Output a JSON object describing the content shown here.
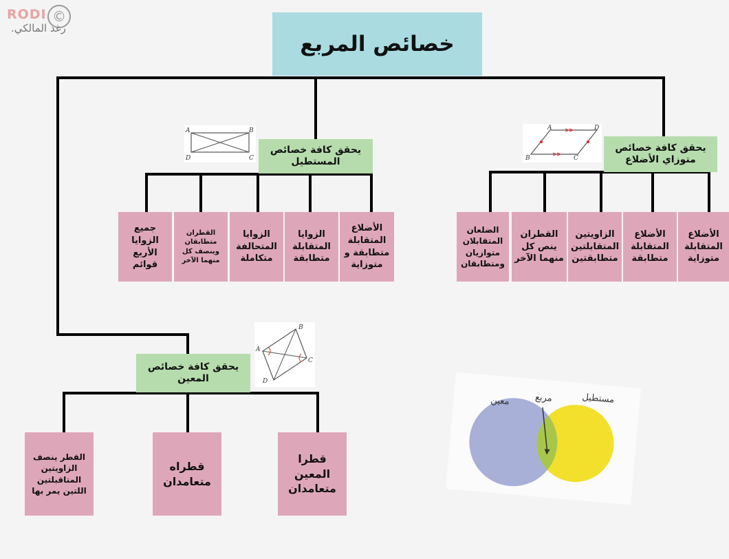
{
  "logo": {
    "text_en": "RODI",
    "text_ar": "رغد المالكي.",
    "symbol": "©"
  },
  "title": "خصائص المربع",
  "parallelogram": {
    "label": "يحقق كافة خصائص متوزاي الأضلاع",
    "vertices": [
      "A",
      "D",
      "B",
      "C"
    ],
    "properties": [
      "الأضلاع المتقابلة متوزاية",
      "الأضلاع المتقابلة متطابقة",
      "الزاويتين المتقابلتين متطابقتين",
      "القطران ينص كل منهما الآخر",
      "الضلعان المتقابلان متوازيان ومتطابقان"
    ]
  },
  "rectangle": {
    "label": "يحقق كافة خصائص المستطيل",
    "vertices": [
      "A",
      "B",
      "D",
      "C"
    ],
    "properties": [
      "الأضلاع المتقابلة متطابقة و متوزاية",
      "الزوايا المتقابلة متطابقة",
      "الزوايا المتحالفة متكاملة",
      "القطران متطابقان وينصف كل منهما الآخر",
      "جميع الزوايا الأربع قوائم"
    ]
  },
  "rhombus": {
    "label": "يحقق كافة خصائص المعين",
    "vertices": [
      "B",
      "A",
      "C",
      "D"
    ],
    "properties": [
      "قطرا المعين متعامدان",
      "قطراه متعامدان",
      "القطر ينصف الزاويتين المتاقبلتين اللتين يمر بها"
    ]
  },
  "venn": {
    "labels": {
      "rhombus": "معين",
      "square": "مربع",
      "rectangle": "مستطيل"
    },
    "colors": {
      "rhombus": "#a8b0d8",
      "rectangle": "#f3e02c",
      "overlap": "#a8c74a"
    }
  }
}
